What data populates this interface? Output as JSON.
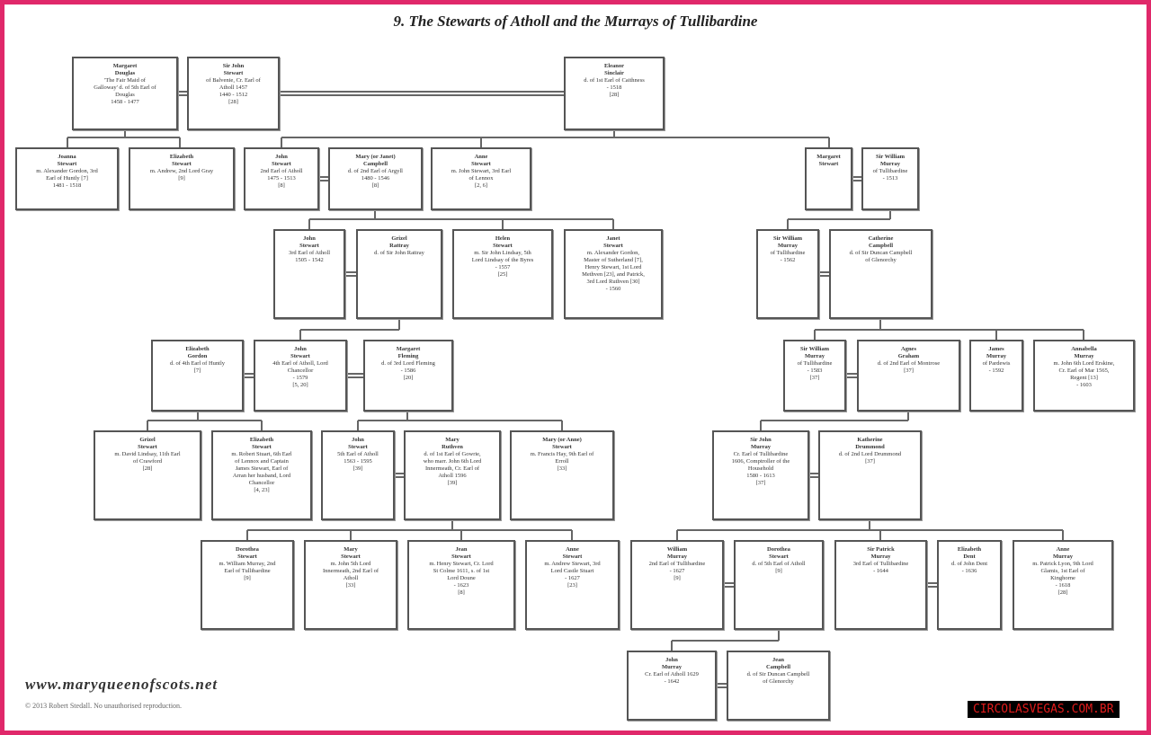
{
  "title": "9.  The Stewarts of Atholl and the Murrays of Tullibardine",
  "footer": {
    "website": "www.maryqueenofscots.net",
    "copyright": "© 2013 Robert Stedall. No unauthorised reproduction.",
    "watermark": "CIRCOLASVEGAS.COM.BR"
  },
  "colors": {
    "frame": "#e0286a",
    "box_border": "#555555",
    "watermark_text": "#e21b1b"
  },
  "persons": [
    {
      "name": "Margaret\nDouglas",
      "details": "'The Fair Maid of\nGalloway' d. of 5th Earl of\nDouglas\n1458 - 1477"
    },
    {
      "name": "Sir John\nStewart",
      "details": "of Balvenie, Cr. Earl of\nAtholl 1457\n1440 - 1512\n[28]"
    },
    {
      "name": "Eleanor\nSinclair",
      "details": "d. of 1st Earl of Caithness\n- 1518\n[28]"
    },
    {
      "name": "Joanna\nStewart",
      "details": "m. Alexander Gordon, 3rd\nEarl of Huntly [7]\n1481 - 1518"
    },
    {
      "name": "Elizabeth\nStewart",
      "details": "m. Andrew, 2nd Lord Gray\n[9]"
    },
    {
      "name": "John\nStewart",
      "details": "2nd Earl of Atholl\n1475 - 1513\n[8]"
    },
    {
      "name": "Mary (or Janet)\nCampbell",
      "details": "d. of 2nd Earl of Argyll\n1480 - 1546\n[8]"
    },
    {
      "name": "Anne\nStewart",
      "details": "m. John Stewart, 3rd Earl\nof Lennox\n[2, 6]"
    },
    {
      "name": "Margaret\nStewart",
      "details": ""
    },
    {
      "name": "Sir William\nMurray",
      "details": "of Tullibardine\n- 1513"
    },
    {
      "name": "John\nStewart",
      "details": "3rd Earl of Atholl\n1505 - 1542"
    },
    {
      "name": "Grizel\nRattray",
      "details": "d. of Sir John Rattray"
    },
    {
      "name": "Helen\nStewart",
      "details": "m. Sir John Lindsay, 5th\nLord Lindsay of the Byres\n- 1557\n[25]"
    },
    {
      "name": "Janet\nStewart",
      "details": "m. Alexander Gordon,\nMaster of Sutherland [7],\nHenry Stewart, 1st Lord\nMethven [23], and Patrick,\n3rd Lord Ruthven [30]\n- 1560"
    },
    {
      "name": "Sir William\nMurray",
      "details": "of Tullibardine\n- 1562"
    },
    {
      "name": "Catherine\nCampbell",
      "details": "d. of Sir Duncan Campbell\nof Glenorchy"
    },
    {
      "name": "Elizabeth\nGordon",
      "details": "d. of 4th Earl of Huntly\n[7]"
    },
    {
      "name": "John\nStewart",
      "details": "4th Earl of Atholl, Lord\nChancellor\n- 1579\n[5, 20]"
    },
    {
      "name": "Margaret\nFleming",
      "details": "d. of 3rd Lord Fleming\n- 1586\n[20]"
    },
    {
      "name": "Sir William\nMurray",
      "details": "of Tullibardine\n- 1583\n[37]"
    },
    {
      "name": "Agnes\nGraham",
      "details": "d. of 2nd Earl of Montrose\n[37]"
    },
    {
      "name": "James\nMurray",
      "details": "of Pardewis\n- 1592"
    },
    {
      "name": "Annabella\nMurray",
      "details": "m. John 6th Lord Erskine,\nCr. Earl of Mar 1565,\nRegent [13]\n- 1603"
    },
    {
      "name": "Grizel\nStewart",
      "details": "m. David Lindsay, 11th Earl\nof Crawford\n[28]"
    },
    {
      "name": "Elizabeth\nStewart",
      "details": "m. Robert Stuart, 6th Earl\nof Lennox and Captain\nJames Stewart, Earl of\nArran her husband, Lord\nChancellor\n[4, 23]"
    },
    {
      "name": "John\nStewart",
      "details": "5th Earl of Atholl\n1563 - 1595\n[39]"
    },
    {
      "name": "Mary\nRuthven",
      "details": "d. of 1st Earl of Gowrie,\nwho marr. John 6th Lord\nInnermeath, Cr. Earl of\nAtholl 1596\n[39]"
    },
    {
      "name": "Mary (or Anne)\nStewart",
      "details": "m. Francis Hay, 9th Earl of\nErroll\n[33]"
    },
    {
      "name": "Sir John\nMurray",
      "details": "Cr. Earl of Tullibardine\n1606, Comptroller of the\nHousehold\n1580 - 1613\n[37]"
    },
    {
      "name": "Katherine\nDrummond",
      "details": "d. of 2nd Lord Drummond\n[37]"
    },
    {
      "name": "Dorothea\nStewart",
      "details": "m. William Murray, 2nd\nEarl of Tullibardine\n[9]"
    },
    {
      "name": "Mary\nStewart",
      "details": "m. John 5th Lord\nInnermeath, 2nd Earl of\nAtholl\n[33]"
    },
    {
      "name": "Jean\nStewart",
      "details": "m. Henry Stewart, Cr. Lord\nSt Colme 1611, s. of 1st\nLord Doune\n- 1623\n[8]"
    },
    {
      "name": "Anne\nStewart",
      "details": "m. Andrew Stewart, 3rd\nLord Castle Stuart\n- 1627\n[23]"
    },
    {
      "name": "William\nMurray",
      "details": "2nd Earl of Tullibardine\n- 1627\n[9]"
    },
    {
      "name": "Dorothea\nStewart",
      "details": "d. of 5th Earl of Atholl\n[9]"
    },
    {
      "name": "Sir Patrick\nMurray",
      "details": "3rd Earl of Tullibardine\n- 1644"
    },
    {
      "name": "Elizabeth\nDent",
      "details": "d. of John Dent\n- 1636"
    },
    {
      "name": "Anne\nMurray",
      "details": "m. Patrick Lyon, 9th Lord\nGlamis, 1st Earl of\nKinghorne\n- 1618\n[28]"
    },
    {
      "name": "John\nMurray",
      "details": "Cr. Earl of Atholl 1629\n- 1642"
    },
    {
      "name": "Jean\nCampbell",
      "details": "d. of Sir Duncan Campbell\nof Glenorchy"
    }
  ]
}
